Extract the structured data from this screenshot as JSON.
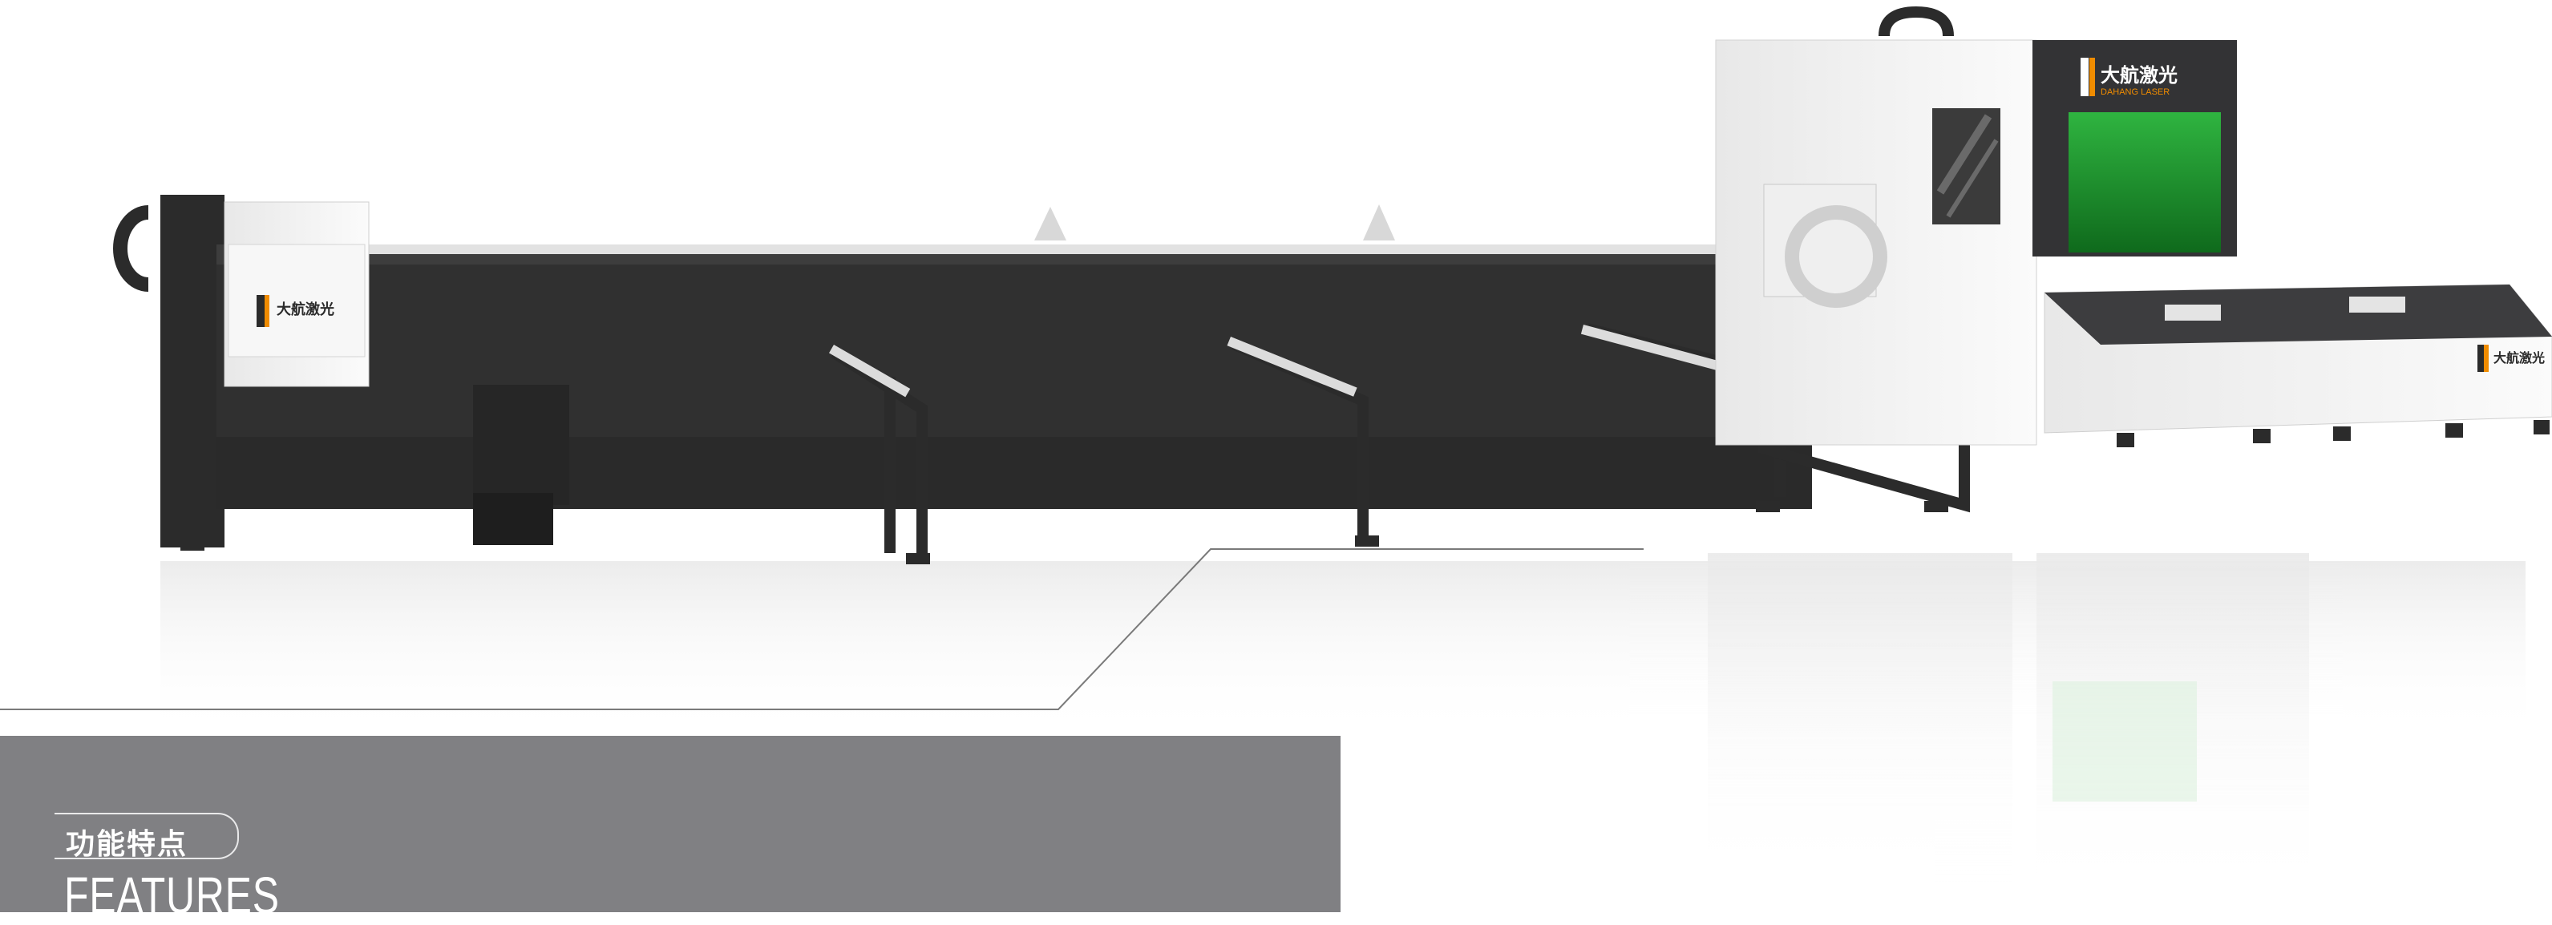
{
  "hero": {
    "brand_cn": "大航激光",
    "brand_en": "DAHANG LASER"
  },
  "section": {
    "heading_cn": "功能特点",
    "heading_en": "FEATURES"
  },
  "colors": {
    "panel": "#808083",
    "machine_dark": "#2b2b2b",
    "machine_white": "#f3f3f3",
    "laser_window": "#1d8a2c",
    "brand_orange": "#f08c00"
  }
}
